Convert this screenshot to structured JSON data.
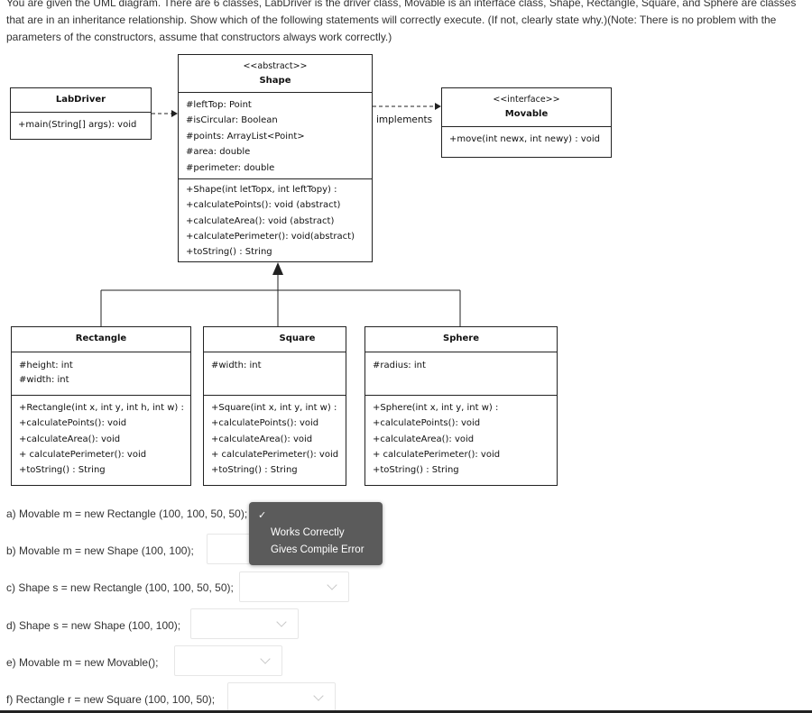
{
  "intro": "You are given the UML diagram. There are 6 classes, LabDriver is the driver class, Movable is an interface class, Shape, Rectangle, Square, and Sphere are classes that are in an inheritance relationship. Show which of the following statements will correctly execute. (If not, clearly state why.)(Note: There is no problem with the parameters of the constructors, assume that constructors always work correctly.)",
  "uml": {
    "labdriver": {
      "name": "LabDriver",
      "method": "+main(String[] args): void"
    },
    "shape": {
      "stereotype": "<<abstract>>",
      "name": "Shape",
      "attributes": [
        "#leftTop: Point",
        "#isCircular: Boolean",
        "#points: ArrayList<Point>",
        "#area: double",
        "#perimeter: double"
      ],
      "methods": [
        "+Shape(int letTopx, int leftTopy) :",
        "+calculatePoints(): void (abstract)",
        "+calculateArea(): void (abstract)",
        "+calculatePerimeter(): void(abstract)",
        "+toString() : String"
      ]
    },
    "movable": {
      "stereotype": "<<interface>>",
      "name": "Movable",
      "method": "+move(int newx, int newy) : void"
    },
    "implements_label": "implements",
    "rectangle": {
      "name": "Rectangle",
      "attributes": [
        "#height: int",
        "#width: int"
      ],
      "methods": [
        "+Rectangle(int x, int y, int h, int w) :",
        "+calculatePoints(): void",
        "+calculateArea(): void",
        "+ calculatePerimeter(): void",
        "+toString() : String"
      ]
    },
    "square": {
      "name": "Square",
      "attributes": [
        "#width: int"
      ],
      "methods": [
        "+Square(int x, int y, int w) :",
        "+calculatePoints(): void",
        "+calculateArea(): void",
        "+ calculatePerimeter(): void",
        "+toString() : String"
      ]
    },
    "sphere": {
      "name": "Sphere",
      "attributes": [
        "#radius: int"
      ],
      "methods": [
        "+Sphere(int x, int y, int w) :",
        "+calculatePoints(): void",
        "+calculateArea(): void",
        "+ calculatePerimeter(): void",
        "+toString() : String"
      ]
    }
  },
  "questions": [
    {
      "label": "a) Movable m = new Rectangle (100, 100, 50, 50);",
      "value": ""
    },
    {
      "label": "b) Movable m = new Shape (100, 100);",
      "value": ""
    },
    {
      "label": "c) Shape s = new Rectangle (100, 100, 50, 50);",
      "value": ""
    },
    {
      "label": "d) Shape s = new Shape (100, 100);",
      "value": ""
    },
    {
      "label": "e) Movable m = new Movable();",
      "value": ""
    },
    {
      "label": "f) Rectangle r = new Square (100, 100, 50);",
      "value": ""
    }
  ],
  "dropdown": {
    "options": [
      "Works Correctly",
      "Gives Compile Error"
    ],
    "check_glyph": "✓"
  },
  "colors": {
    "dropdown_bg": "#5b5b5b",
    "text": "#333333",
    "uml_line": "#222222"
  }
}
